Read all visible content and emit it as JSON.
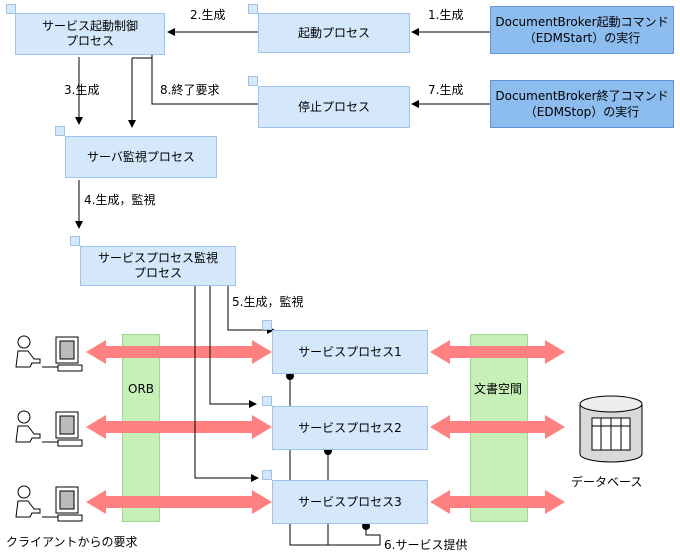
{
  "processes": {
    "service_start_control": "サービス起動制御\nプロセス",
    "start_process": "起動プロセス",
    "stop_process": "停止プロセス",
    "server_monitor": "サーバ監視プロセス",
    "service_process_monitor": "サービスプロセス監視\nプロセス",
    "service_process_1": "サービスプロセス1",
    "service_process_2": "サービスプロセス2",
    "service_process_3": "サービスプロセス3"
  },
  "commands": {
    "start_command": "DocumentBroker起動コマンド\n（EDMStart）の実行",
    "stop_command": "DocumentBroker終了コマンド\n（EDMStop）の実行"
  },
  "steps": {
    "step1": "1.生成",
    "step2": "2.生成",
    "step3": "3.生成",
    "step4": "4.生成，監視",
    "step5": "5.生成，監視",
    "step6": "6.サービス提供",
    "step7": "7.生成",
    "step8": "8.終了要求"
  },
  "bands": {
    "orb": "ORB",
    "document_space": "文書空間"
  },
  "labels": {
    "client_request": "クライアントからの要求",
    "database": "データベース"
  },
  "colors": {
    "process_fill": "#d4e7fb",
    "command_fill": "#8dbcef",
    "band_fill": "#c6f0b8",
    "request_arrow": "#ff8080"
  },
  "icons": [
    "client-computer-icon",
    "database-cylinder-icon"
  ]
}
